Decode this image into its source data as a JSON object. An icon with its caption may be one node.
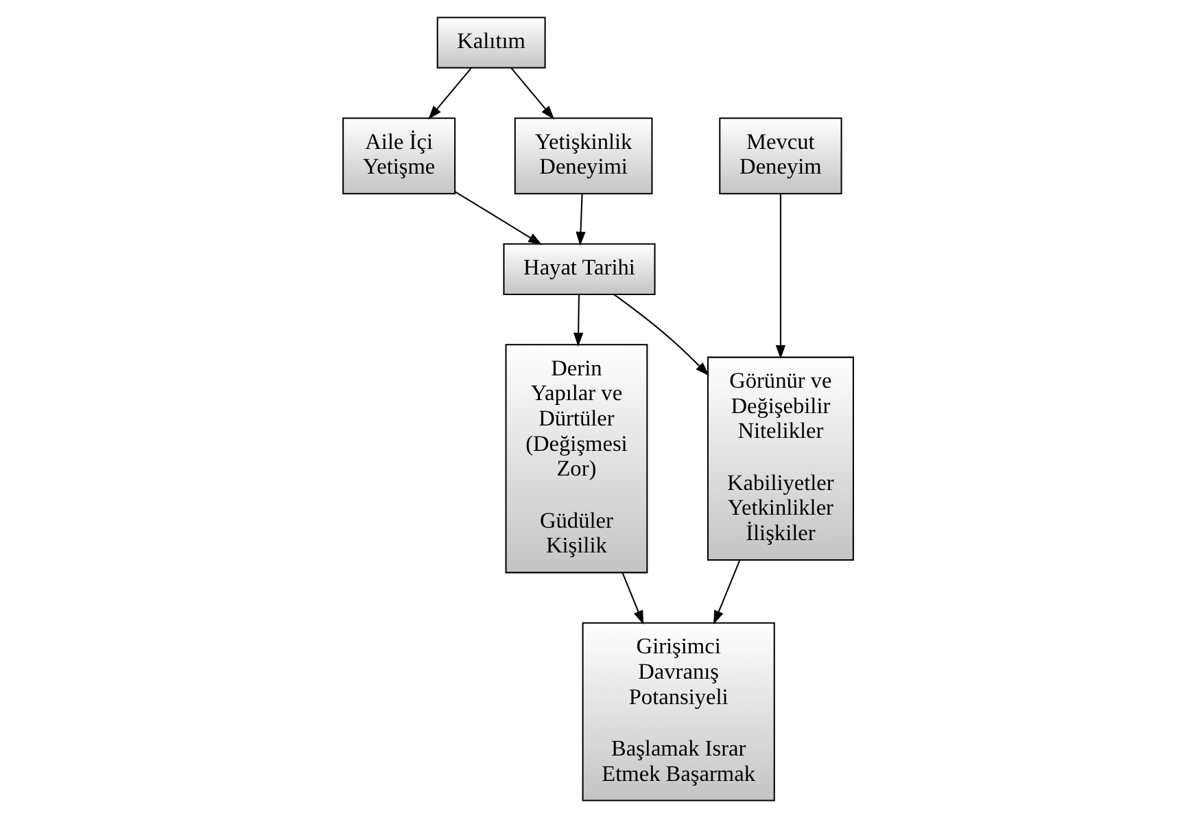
{
  "diagram": {
    "nodes": [
      {
        "text": [
          "Kalıtım"
        ]
      },
      {
        "text": [
          "Aile İçi Yetişme"
        ]
      },
      {
        "text": [
          "Yetişkinlik Deneyimi"
        ]
      },
      {
        "text": [
          "Mevcut Deneyim"
        ]
      },
      {
        "text": [
          "Hayat Tarihi"
        ]
      },
      {
        "text": [
          "Derin Yapılar ve Dürtüler (Değişmesi Zor)",
          "Güdüler Kişilik"
        ]
      },
      {
        "text": [
          "Girişimci Davranış Potansiyeli",
          "Başlamak Israr Etmek Başarmak"
        ]
      },
      {
        "text": [
          "Görünür ve Değişebilir Nitelikler",
          "Kabiliyetler Yetkinlikler İlişkiler"
        ]
      }
    ],
    "edges": [
      {
        "from": 0,
        "to": 1,
        "arrow": "to"
      },
      {
        "from": 0,
        "to": 2,
        "arrow": "to"
      },
      {
        "from": 1,
        "to": 4,
        "arrow": "to"
      },
      {
        "from": 2,
        "to": 4,
        "arrow": "to"
      },
      {
        "from": 3,
        "to": 7,
        "arrow": "to"
      },
      {
        "from": 4,
        "to": 5,
        "arrow": "to"
      },
      {
        "from": 4,
        "to": 7,
        "arrow": "to"
      },
      {
        "from": 5,
        "to": 6,
        "arrow": "to"
      },
      {
        "from": 7,
        "to": 6,
        "arrow": "to"
      }
    ]
  }
}
